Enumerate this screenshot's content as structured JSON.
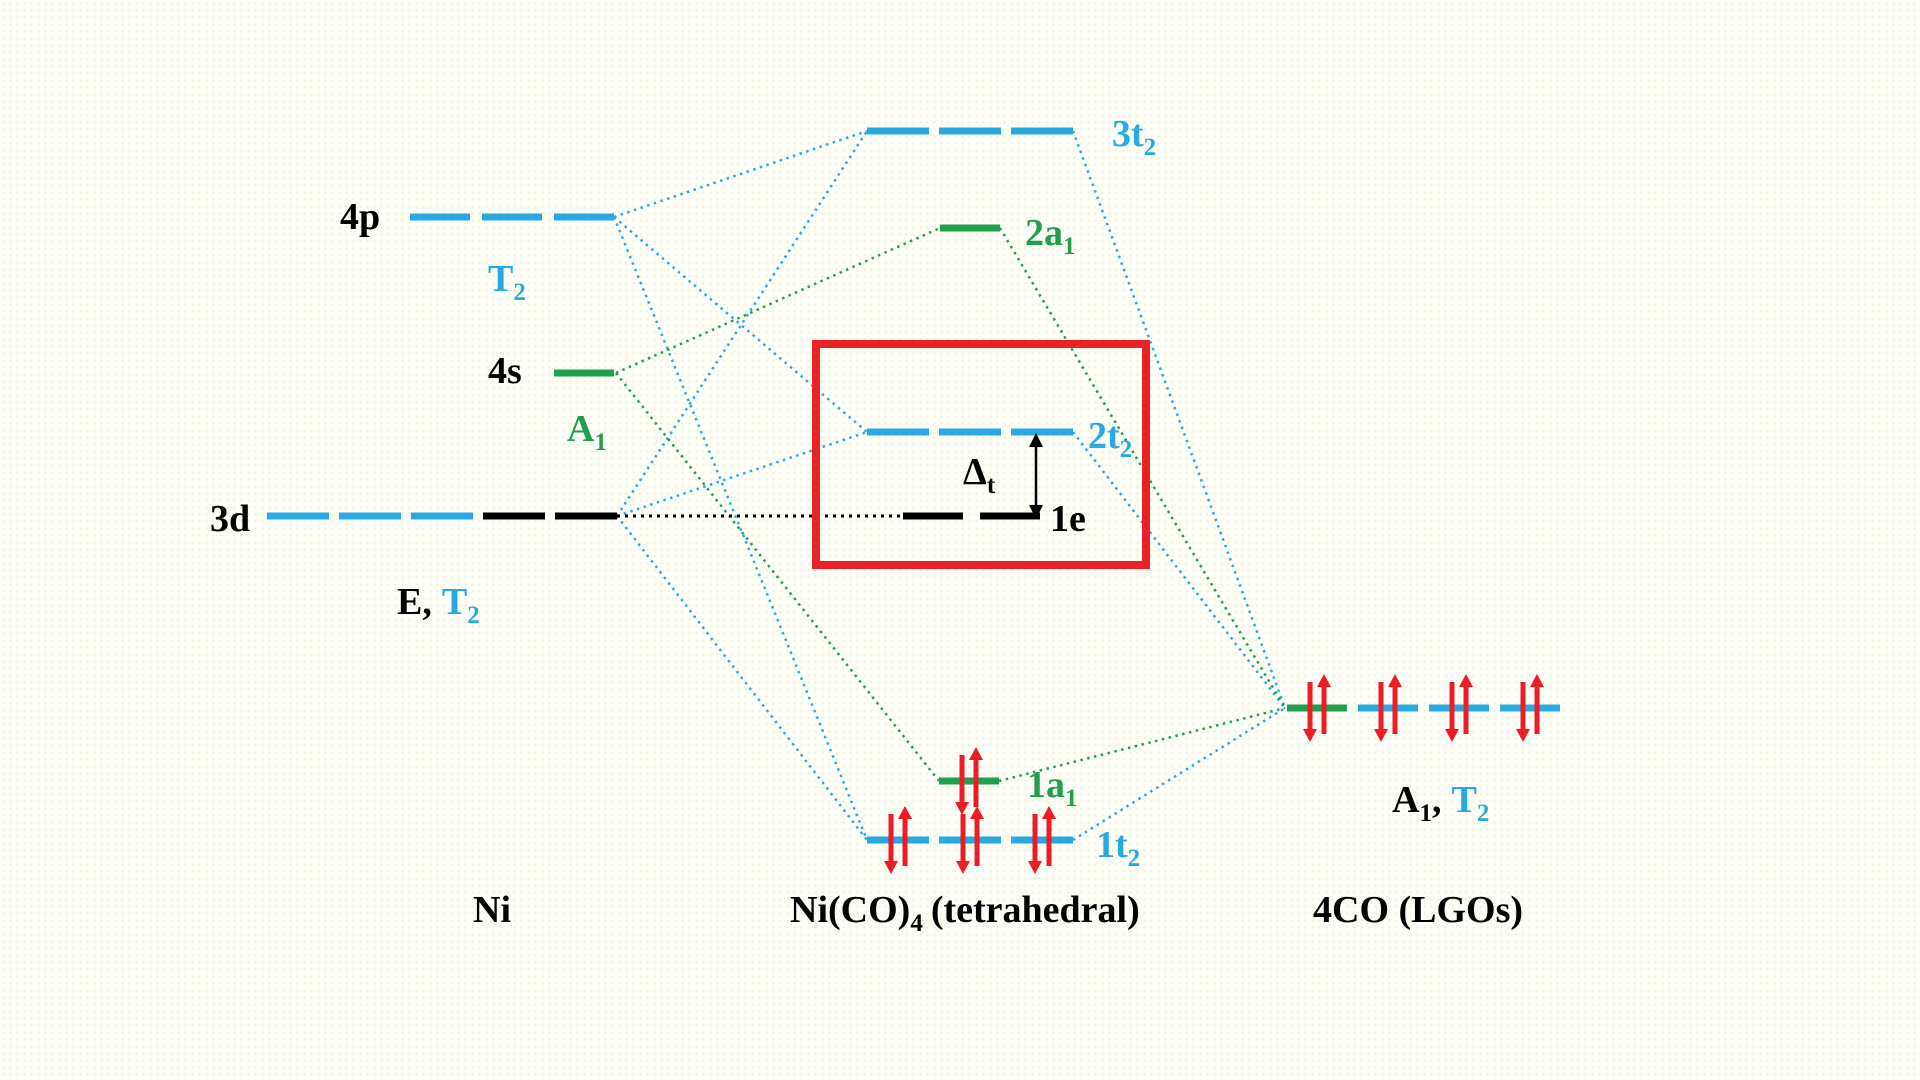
{
  "colors": {
    "level_blue": "#29A9E1",
    "level_green": "#21A04B",
    "electron_arrow_red": "#EE1C25",
    "highlight_box_red": "#EC2127",
    "text_black": "#000000",
    "background": "#FEFEF8"
  },
  "atom_column": {
    "caption": "Ni",
    "orbital_4p": {
      "label": "4p",
      "symmetry": {
        "main": "T",
        "sub": "2"
      }
    },
    "orbital_4s": {
      "label": "4s",
      "symmetry": {
        "main": "A",
        "sub": "1"
      }
    },
    "orbital_3d": {
      "label": "3d",
      "symmetry": {
        "e_part": "E,",
        "t_main": "T",
        "t_sub": "2"
      }
    }
  },
  "mo_column": {
    "caption": {
      "main": "Ni(CO)",
      "sub": "4",
      "rest": "(tetrahedral)"
    },
    "mo_3t2": {
      "main": "3t",
      "sub": "2"
    },
    "mo_2a1": {
      "main": "2a",
      "sub": "1"
    },
    "mo_2t2": {
      "main": "2t",
      "sub": "2"
    },
    "mo_1e": {
      "label": "1e"
    },
    "mo_1a1": {
      "main": "1a",
      "sub": "1"
    },
    "mo_1t2": {
      "main": "1t",
      "sub": "2"
    },
    "splitting": {
      "main": "Δ",
      "sub": "t"
    }
  },
  "lgo_column": {
    "caption": "4CO (LGOs)",
    "symmetry": {
      "a_main": "A",
      "a_sub": "1",
      "comma": ",",
      "t_main": "T",
      "t_sub": "2"
    }
  }
}
